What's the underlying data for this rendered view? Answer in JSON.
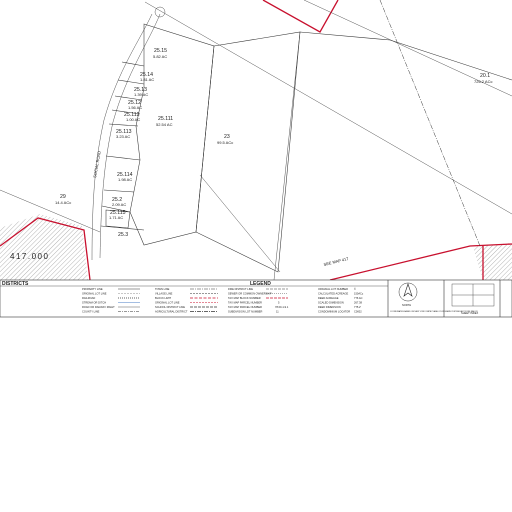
{
  "parcels": [
    {
      "id": "25.15",
      "area": "5.82 AC"
    },
    {
      "id": "25.14",
      "area": "1.81 AC"
    },
    {
      "id": "25.13",
      "area": "1.39 AC"
    },
    {
      "id": "25.12",
      "area": "1.56 AC"
    },
    {
      "id": "25.112",
      "area": "1.00 AC"
    },
    {
      "id": "25.111",
      "area": "52.54 AC"
    },
    {
      "id": "25.113",
      "area": "3.23 AC"
    },
    {
      "id": "25.114",
      "area": "1.98 AC"
    },
    {
      "id": "25.2",
      "area": "2.09 AC"
    },
    {
      "id": "25.115",
      "area": "1.71 AC"
    },
    {
      "id": "25.3",
      "area": ""
    },
    {
      "id": "23",
      "area": "99.5 ACc"
    },
    {
      "id": "20.1",
      "area": "726.2 ACc"
    },
    {
      "id": "29",
      "area": "14.4 ACc"
    }
  ],
  "map_number": "417.000",
  "see_map": "SEE MAP 417",
  "road_label": "SOCIAL ROAD",
  "legend": {
    "title": "LEGEND",
    "districts_title": "DISTRICTS",
    "col1": [
      "PROPERTY LINE",
      "ORIGINAL LOT LINE",
      "RAILROAD",
      "STREAM OR DITCH",
      "ROAD OR RAILWAY RIGHT",
      "COUNTY LINE"
    ],
    "col2": [
      "TOWN LINE",
      "VILLAGE LINE",
      "BLOCK LIMIT",
      "ORIGINAL LOT LINE",
      "SCHOOL DISTRICT LINE",
      "AGRICULTURAL DISTRICT"
    ],
    "col3": [
      "FIRE DISTRICT LINE",
      "SEWER OR COMMON OWNERSHIP",
      "TAX MAP BLOCK NUMBER",
      "TAX MAP PARCEL NUMBER",
      "TAX MAP PARCEL NUMBER",
      "SUBDIVISION LOT NUMBER"
    ],
    "col3_samples": [
      "",
      "",
      "",
      "5",
      "78.00-1-9.1",
      "11"
    ],
    "col4": [
      "ORIGINAL LOT NUMBER",
      "CALCULATED ACREAGE",
      "DEED ACREAGE",
      "SCALED DIMENSION",
      "DEED DIMENSION",
      "CONDOMINIUM LOCATOR"
    ],
    "col4_samples": [
      "©",
      "150ACc",
      "776 AC",
      "267.38",
      "775.2'",
      "C0002"
    ],
    "north_label": "NORTH",
    "coord_note": "COORDINATES BASED ON NEW YORK STATE PLANE COORDINATE SYSTEM EAST ZONE NAD 83",
    "sheet_index": "SHEET INDEX"
  },
  "colors": {
    "boundary_red": "#c8102e",
    "hatch": "#7a7a7a",
    "line": "#333333"
  }
}
